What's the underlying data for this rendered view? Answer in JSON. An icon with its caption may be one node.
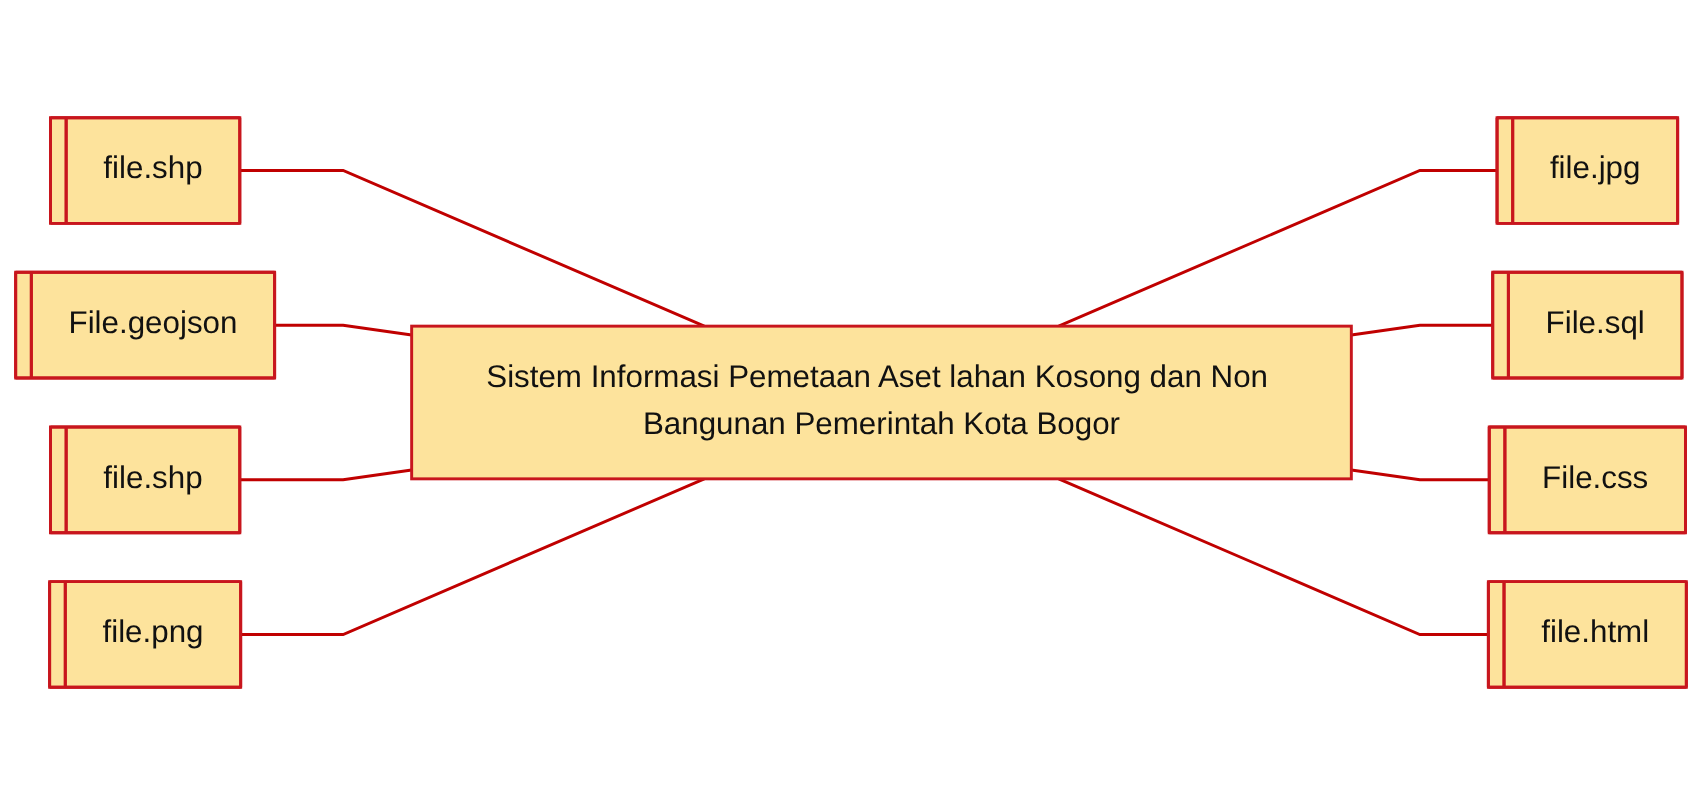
{
  "diagram": {
    "nodes": [
      {
        "text": [
          "file.shp"
        ]
      },
      {
        "text": [
          "file.png"
        ]
      },
      {
        "text": [
          "file.jpg"
        ]
      },
      {
        "text": [
          "File.geojson"
        ]
      },
      {
        "text": [
          "Sistem Informasi Pemetaan Aset lahan Kosong dan Non Bangunan Pemerintah Kota Bogor"
        ]
      },
      {
        "text": [
          "File.sql"
        ]
      },
      {
        "text": [
          "file.shp"
        ]
      },
      {
        "text": [
          "file.html"
        ]
      },
      {
        "text": [
          "File.css"
        ]
      }
    ],
    "edges": [
      {
        "from": 0,
        "to": 4,
        "arrow": "none"
      },
      {
        "from": 3,
        "to": 4,
        "arrow": "none"
      },
      {
        "from": 6,
        "to": 4,
        "arrow": "none"
      },
      {
        "from": 1,
        "to": 4,
        "arrow": "none"
      },
      {
        "from": 4,
        "to": 2,
        "arrow": "none"
      },
      {
        "from": 4,
        "to": 5,
        "arrow": "none"
      },
      {
        "from": 4,
        "to": 8,
        "arrow": "none"
      },
      {
        "from": 4,
        "to": 7,
        "arrow": "none"
      }
    ]
  }
}
